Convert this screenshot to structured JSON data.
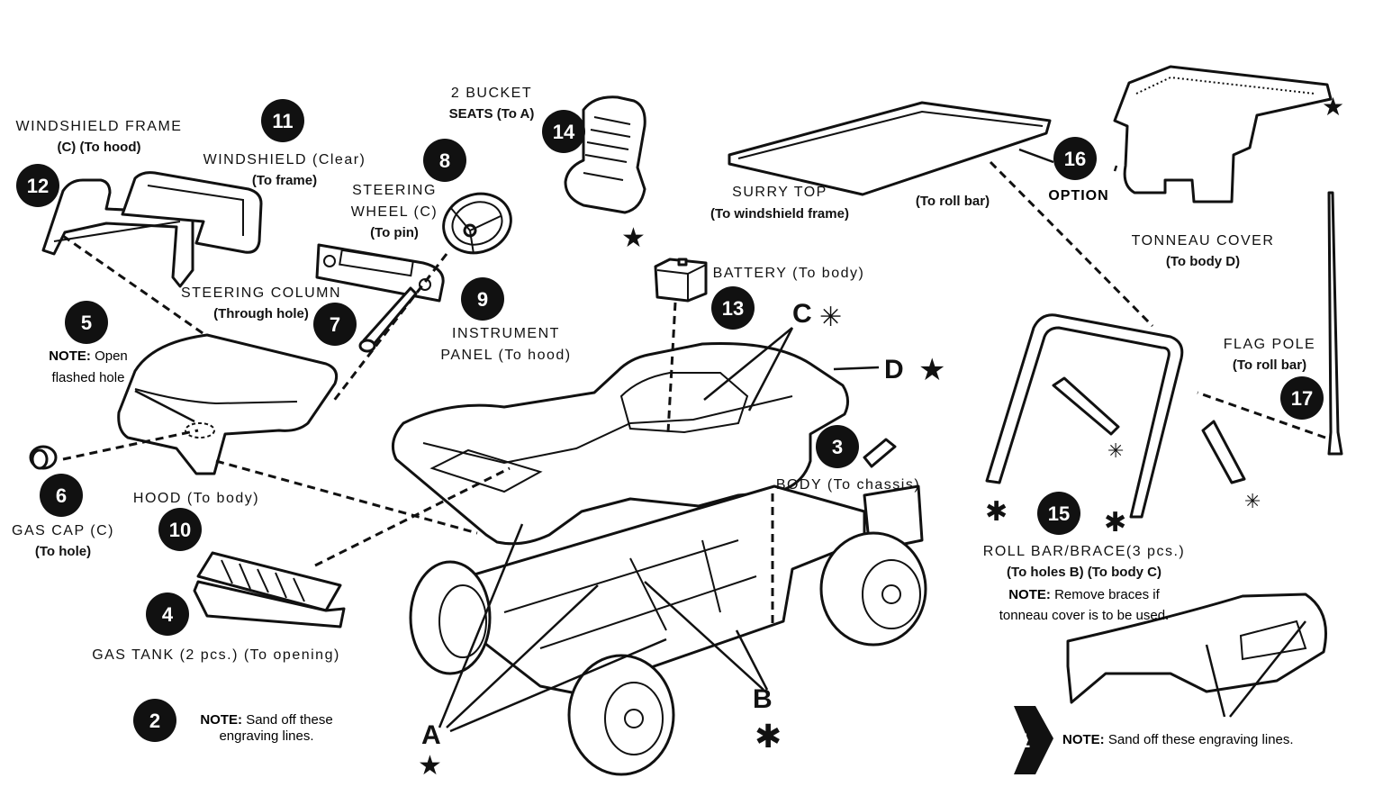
{
  "labels": {
    "windshield_frame": {
      "title": "WINDSHIELD FRAME",
      "detail": "(C) (To hood)"
    },
    "windshield": {
      "title": "WINDSHIELD (Clear)",
      "detail": "(To frame)"
    },
    "bucket_seats": {
      "title": "2 BUCKET",
      "detail": "SEATS (To A)"
    },
    "steering_wheel": {
      "title": "STEERING",
      "title2": "WHEEL (C)",
      "detail": "(To pin)"
    },
    "steering_column": {
      "title": "STEERING COLUMN",
      "detail": "(Through hole)"
    },
    "instrument_panel": {
      "title": "INSTRUMENT",
      "detail": "PANEL (To hood)"
    },
    "hood_note": {
      "bold": "NOTE:",
      "text": "Open",
      "text2": "flashed hole"
    },
    "gas_cap": {
      "title": "GAS CAP (C)",
      "detail": "(To hole)"
    },
    "hood": {
      "title": "HOOD (To body)"
    },
    "gas_tank": {
      "title": "GAS TANK (2 pcs.) (To opening)"
    },
    "engraving_note": {
      "bold": "NOTE:",
      "text": "Sand off these",
      "text2": "engraving lines."
    },
    "surry_top": {
      "title": "SURRY TOP",
      "detail": "(To windshield frame)",
      "detail2": "(To roll bar)"
    },
    "option": "OPTION",
    "tonneau_cover": {
      "title": "TONNEAU COVER",
      "detail": "(To body D)"
    },
    "battery": {
      "title": "BATTERY (To body)"
    },
    "body": {
      "title": "BODY (To chassis)"
    },
    "flag_pole": {
      "title": "FLAG POLE",
      "detail": "(To roll bar)"
    },
    "roll_bar": {
      "title": "ROLL BAR/BRACE(3 pcs.)",
      "detail": "(To holes B) (To body C)",
      "note_bold": "NOTE:",
      "note": "Remove braces if",
      "note2": "tonneau cover is to be used."
    },
    "rear_note": {
      "bold": "NOTE:",
      "text": "Sand off these engraving lines."
    }
  },
  "numbers": [
    "1",
    "2",
    "3",
    "4",
    "5",
    "6",
    "7",
    "8",
    "9",
    "10",
    "11",
    "12",
    "13",
    "14",
    "15",
    "16",
    "17"
  ],
  "letters": {
    "A": "A",
    "B": "B",
    "C": "C",
    "D": "D"
  },
  "colors": {
    "ink": "#111111",
    "paper": "#ffffff"
  }
}
